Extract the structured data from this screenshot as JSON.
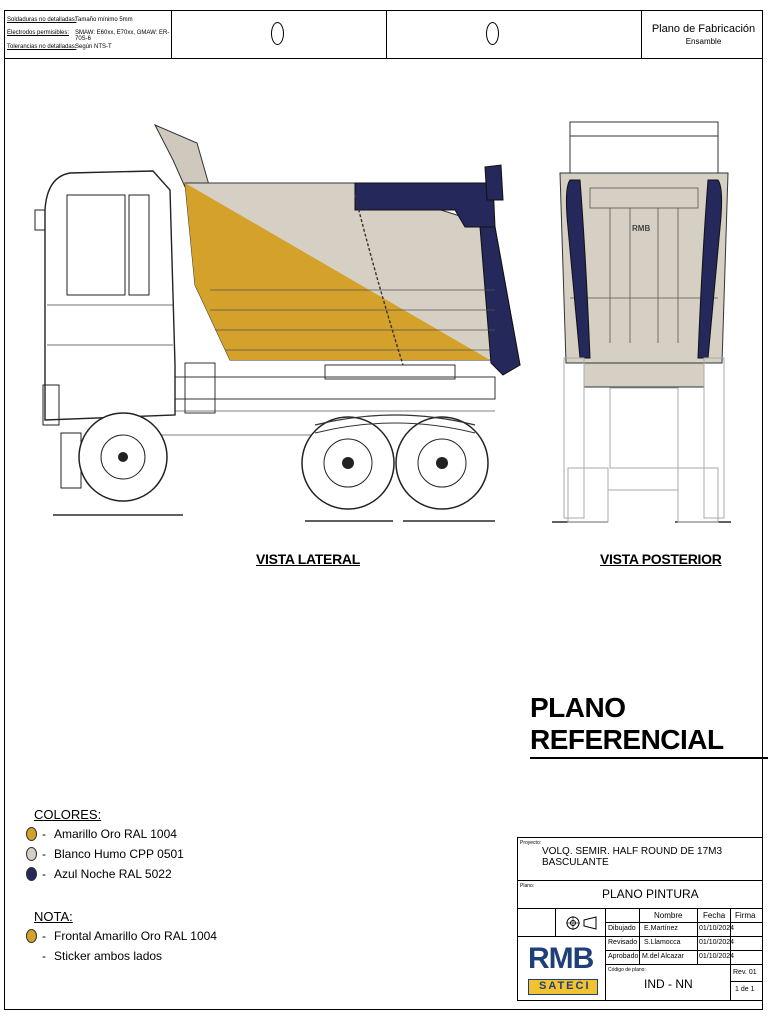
{
  "header": {
    "specs": [
      {
        "label": "Soldaduras no detalladas:",
        "value": "Tamaño mínimo 5mm"
      },
      {
        "label": "Electrodos permisibles:",
        "value": "SMAW: E60xx, E70xx, GMAW: ER-70S-6"
      },
      {
        "label": "Tolerancias no detalladas:",
        "value": "Según NTS-T"
      }
    ],
    "title": "Plano de Fabricación",
    "subtitle": "Ensamble"
  },
  "views": {
    "side_label": "VISTA LATERAL",
    "rear_label": "VISTA POSTERIOR"
  },
  "main_title": "PLANO REFERENCIAL",
  "colors": {
    "heading": "COLORES:",
    "items": [
      {
        "label": "Amarillo Oro RAL 1004",
        "color": "#d4a12a"
      },
      {
        "label": "Blanco Humo CPP 0501",
        "color": "#d6d0c4"
      },
      {
        "label": "Azul Noche  RAL 5022",
        "color": "#24285a"
      }
    ]
  },
  "note": {
    "heading": "NOTA:",
    "items": [
      {
        "label": "Frontal Amarillo Oro RAL 1004",
        "color": "#d4a12a"
      },
      {
        "label": "Sticker ambos lados"
      }
    ]
  },
  "title_block": {
    "project_caption": "Proyecto:",
    "project": "VOLQ. SEMIR. HALF ROUND DE 17M3 BASCULANTE",
    "plan_caption": "Plano:",
    "plan": "PLANO PINTURA",
    "col_headers": [
      "Nombre",
      "Fecha",
      "Firma"
    ],
    "rows": [
      {
        "role": "Dibujado",
        "name": "E.Martínez",
        "date": "01/10/2024"
      },
      {
        "role": "Revisado",
        "name": "S.Llamocca",
        "date": "01/10/2024"
      },
      {
        "role": "Aprobado",
        "name": "M.del Alcazar",
        "date": "01/10/2024"
      }
    ],
    "code_caption": "Código de plano:",
    "code": "IND - NN",
    "rev": "Rev. 01",
    "sheet": "1 de 1",
    "logo_main": "RMB",
    "logo_sub": "SATECI"
  }
}
